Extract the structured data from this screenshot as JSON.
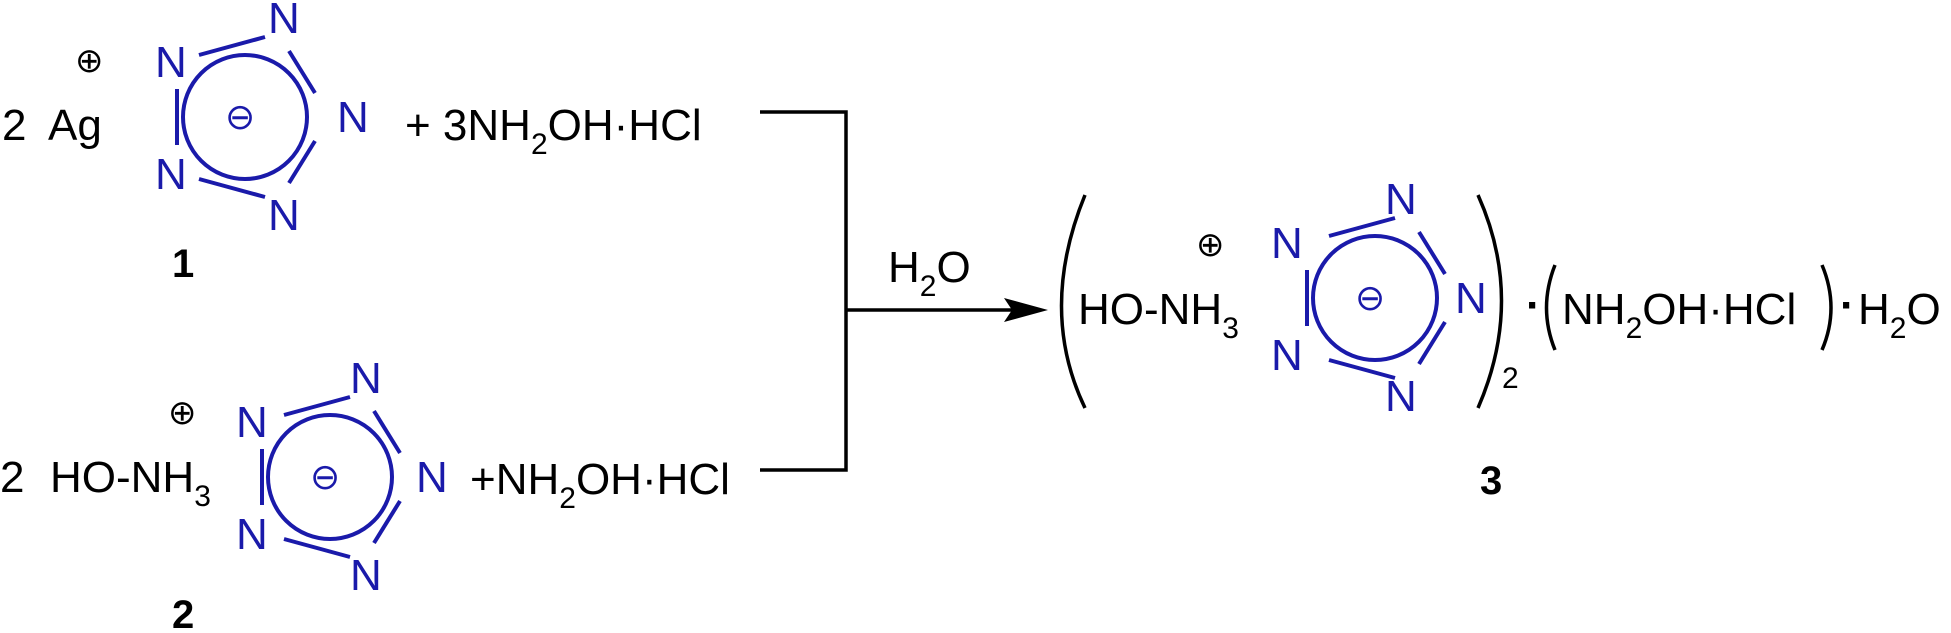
{
  "colors": {
    "ink": "#000000",
    "ring": "#1a1aaa"
  },
  "scheme": {
    "reactant1": {
      "coef": "2",
      "cation": "Ag",
      "charge_plus": "⊕",
      "reagent_pre": "+ 3NH",
      "reagent_sub": "2",
      "reagent_post": "OH·HCl",
      "label": "1"
    },
    "reactant2": {
      "coef": "2",
      "cation_pre": "HO-NH",
      "cation_sub": "3",
      "charge_plus": "⊕",
      "reagent_pre": "+NH",
      "reagent_sub": "2",
      "reagent_post": "OH·HCl",
      "label": "2"
    },
    "condition": {
      "pre": "H",
      "sub": "2",
      "post": "O"
    },
    "product": {
      "cation_pre": "HO-NH",
      "cation_sub": "3",
      "charge_plus": "⊕",
      "count_sub": "2",
      "dot": "·",
      "adduct_pre": "NH",
      "adduct_sub": "2",
      "adduct_post": "OH·HCl",
      "water_pre": "H",
      "water_sub": "2",
      "water_post": "O",
      "label": "3"
    },
    "tetrazole": {
      "atom": "N",
      "charge_minus": "⊖"
    }
  }
}
